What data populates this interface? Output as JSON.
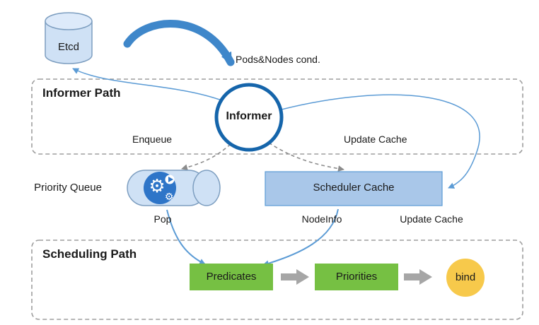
{
  "nodes": {
    "etcd": "Etcd",
    "informer": "Informer",
    "priority_queue": "Priority Queue",
    "scheduler_cache": "Scheduler Cache",
    "predicates": "Predicates",
    "priorities": "Priorities",
    "bind": "bind"
  },
  "containers": {
    "informer_path": "Informer Path",
    "scheduling_path": "Scheduling Path"
  },
  "edge_labels": {
    "pods_nodes": "Pods&Nodes cond.",
    "enqueue": "Enqueue",
    "update_cache_top": "Update Cache",
    "pop": "Pop",
    "nodeinfo": "NodeInfo",
    "update_cache_bottom": "Update Cache"
  },
  "colors": {
    "accent_blue": "#1565ab",
    "light_blue": "#cfe1f5",
    "cache_blue": "#a9c7e9",
    "arrow_blue": "#5b9bd5",
    "swoosh_blue": "#3f87ca",
    "gear_blue": "#2e75c8",
    "green": "#76c043",
    "yellow": "#f7c94b",
    "arrow_gray": "#a6a6a6",
    "dashed_gray": "#9e9e9e"
  }
}
